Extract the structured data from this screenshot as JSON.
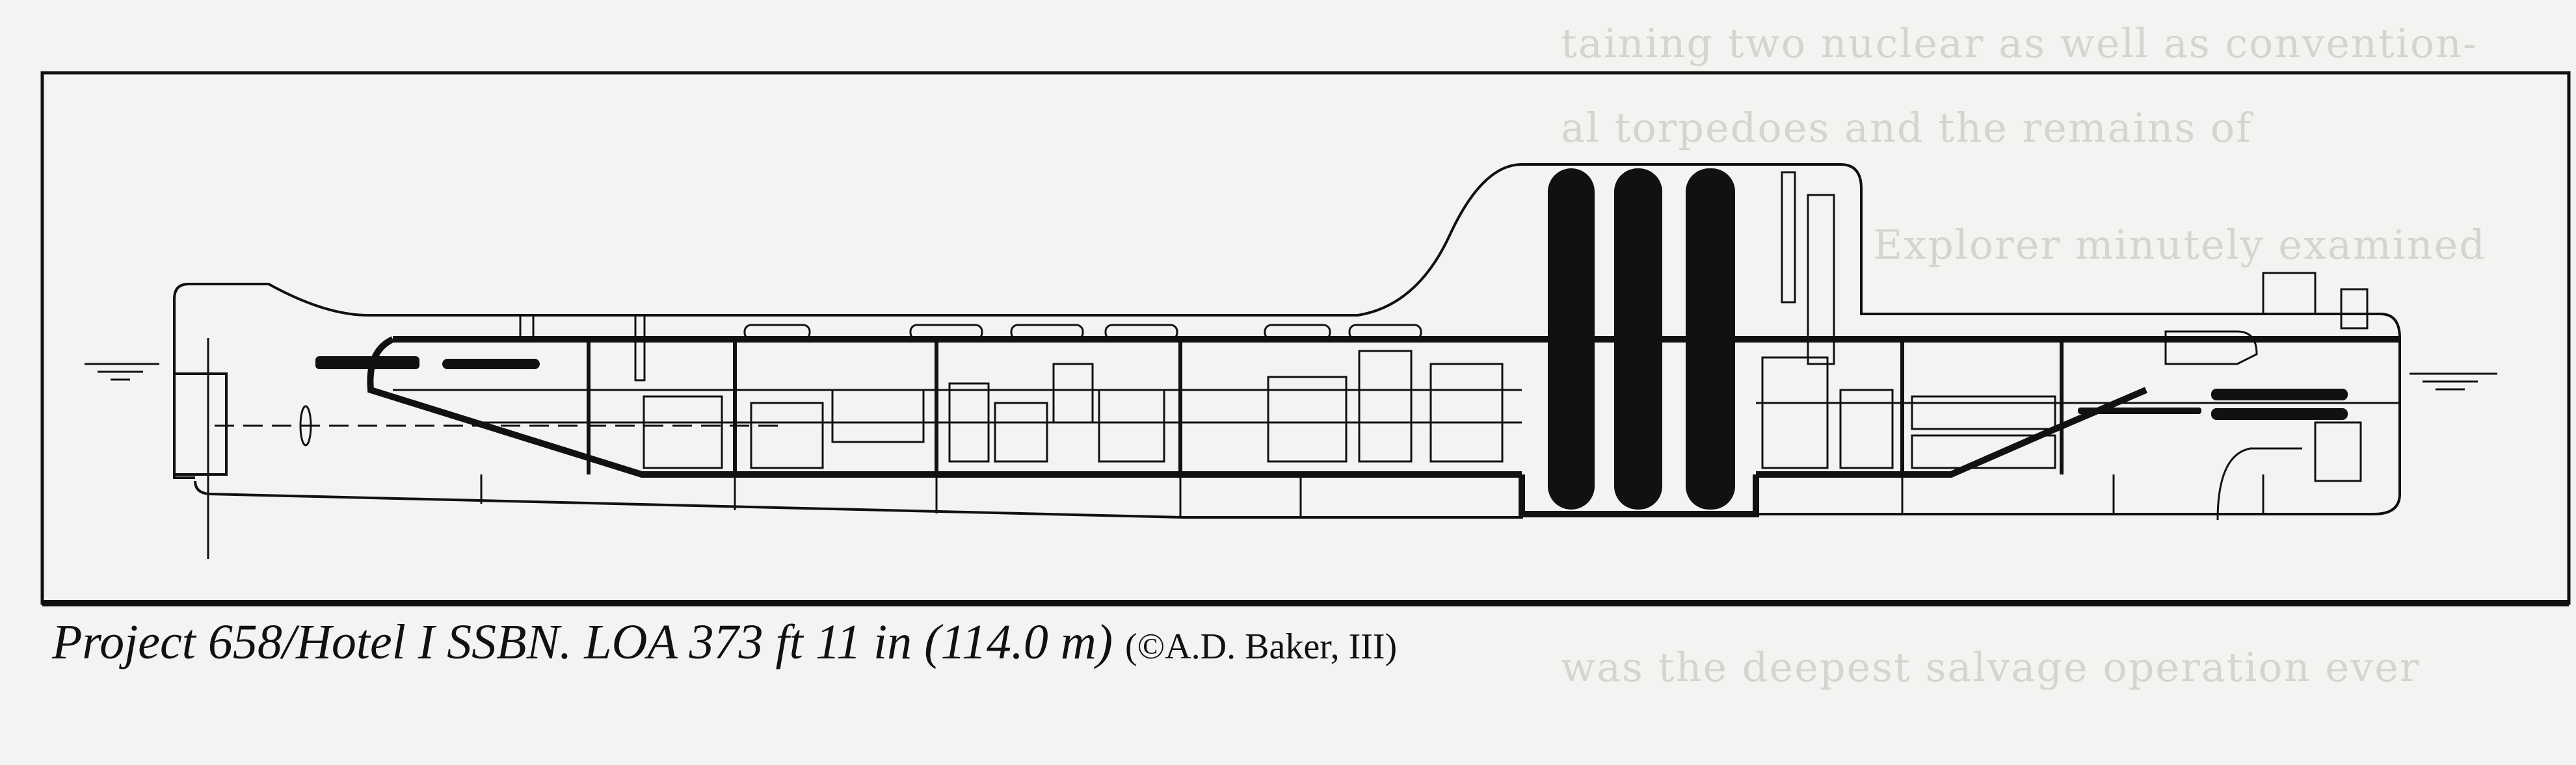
{
  "figure": {
    "caption": "Project 658/Hotel I SSBN. LOA 373 ft 11 in (114.0 m)",
    "credit": "(©A.D. Baker, III)"
  },
  "bleed_through": [
    "taining two nuclear as well as convention-",
    "al torpedoes and the remains of",
    "Explorer minutely examined",
    "was the deepest salvage operation ever"
  ],
  "colors": {
    "ink": "#111111",
    "paper": "#f3f3f1"
  }
}
